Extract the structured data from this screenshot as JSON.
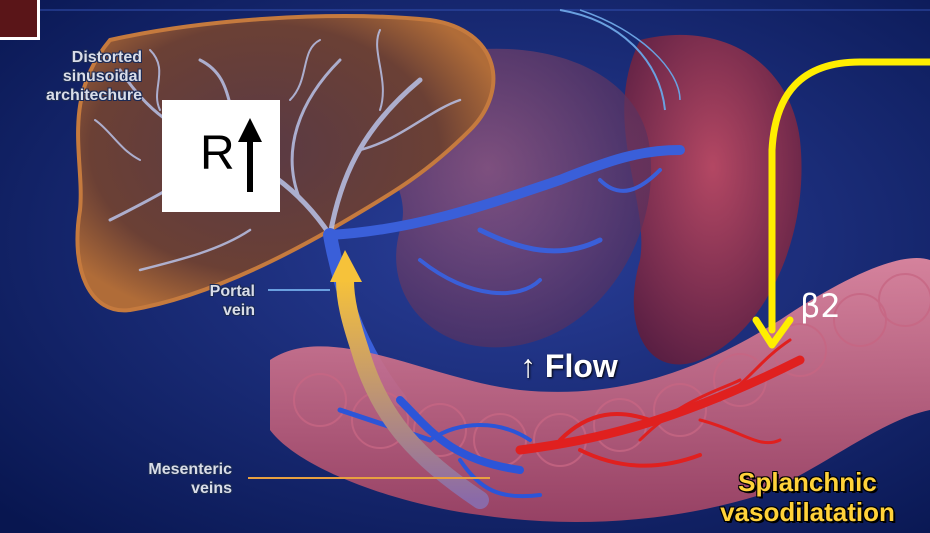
{
  "labels": {
    "distorted": [
      "Distorted",
      "sinusoidal",
      "architechure"
    ],
    "portal": [
      "Portal",
      "vein"
    ],
    "mesenteric": [
      "Mesenteric",
      "veins"
    ],
    "flow": "↑ Flow",
    "splanchnic": [
      "Splanchnic",
      "vasodilatation"
    ],
    "resistance": "R",
    "beta": "β2"
  },
  "colors": {
    "background": "#0a1a5a",
    "highlight_arrow": "#ffee00",
    "portal_flow_arrow": "#f5c542",
    "artery": "#e0201f",
    "vein": "#3a5fd9"
  }
}
